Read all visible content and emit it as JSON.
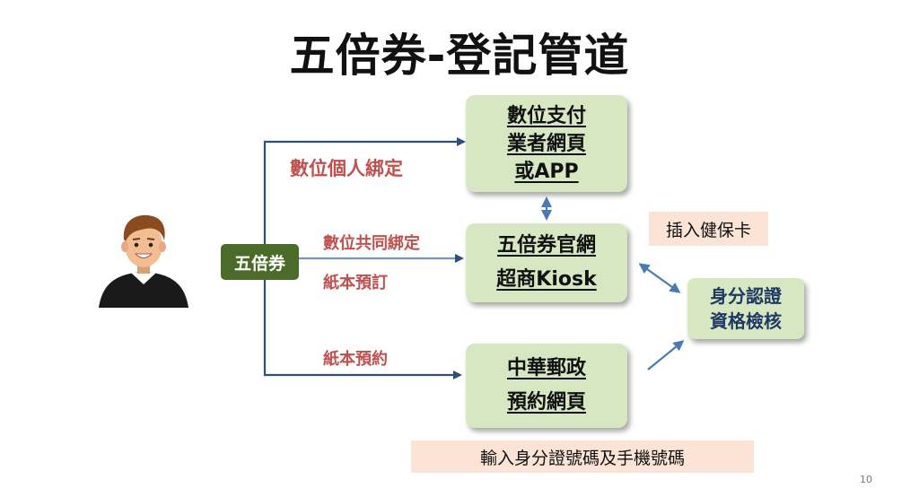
{
  "title": "五倍券-登記管道",
  "center_node": "五倍券",
  "boxes": {
    "digital": {
      "lines": [
        "數位支付",
        "業者網頁",
        "或APP"
      ]
    },
    "official": {
      "lines": [
        "五倍券官網",
        "超商Kiosk"
      ]
    },
    "post": {
      "lines": [
        "中華郵政",
        "預約網頁"
      ]
    }
  },
  "verify": {
    "lines": [
      "身分認證",
      "資格檢核"
    ]
  },
  "labels": {
    "personal": "數位個人綁定",
    "common": "數位共同綁定",
    "order": "紙本預訂",
    "reserve": "紙本預約"
  },
  "notes": {
    "card": "插入健保卡",
    "id": "輸入身分證號碼及手機號碼"
  },
  "page_number": "10",
  "icons": {
    "user": "person-avatar-icon"
  },
  "colors": {
    "box_fill": "#d6e7c1",
    "center_fill": "#4b6b2a",
    "label_red": "#c0504d",
    "arrow_blue": "#2e4f7a",
    "verify_text": "#1f3864",
    "note_fill": "#fbe4d5"
  }
}
